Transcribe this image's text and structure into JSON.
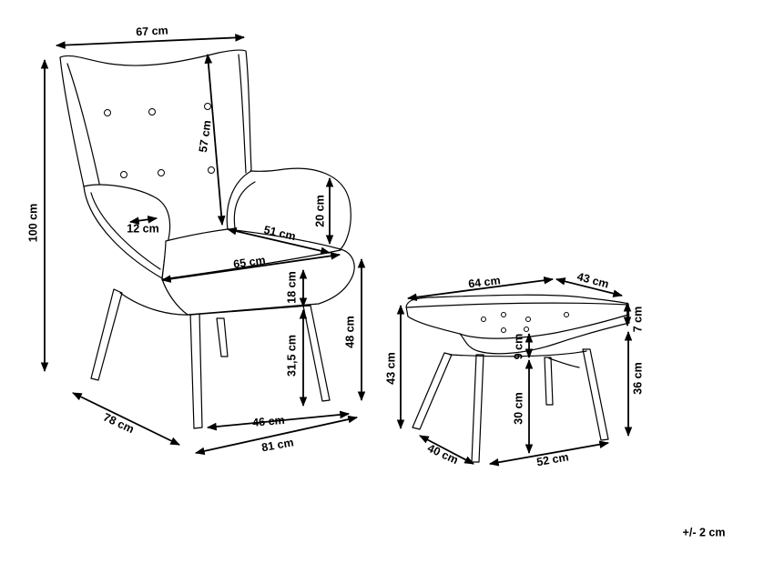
{
  "chair": {
    "width": "67 cm",
    "height": "100 cm",
    "backrest": "57 cm",
    "armrest": "20 cm",
    "arm": "12 cm",
    "seat_depth": "51 cm",
    "seat_width": "65 cm",
    "cushion": "18 cm",
    "leg": "31,5 cm",
    "seat_height": "48 cm",
    "depth": "78 cm",
    "leg_span": "46 cm",
    "base_width": "81 cm"
  },
  "footstool": {
    "width": "64 cm",
    "depth_top": "43 cm",
    "cushion_edge": "7 cm",
    "height": "43 cm",
    "cushion": "9 cm",
    "side_height": "36 cm",
    "leg": "30 cm",
    "depth": "40 cm",
    "base_width": "52 cm"
  },
  "tolerance": "+/- 2 cm",
  "colors": {
    "line": "#000000",
    "background": "#ffffff"
  }
}
